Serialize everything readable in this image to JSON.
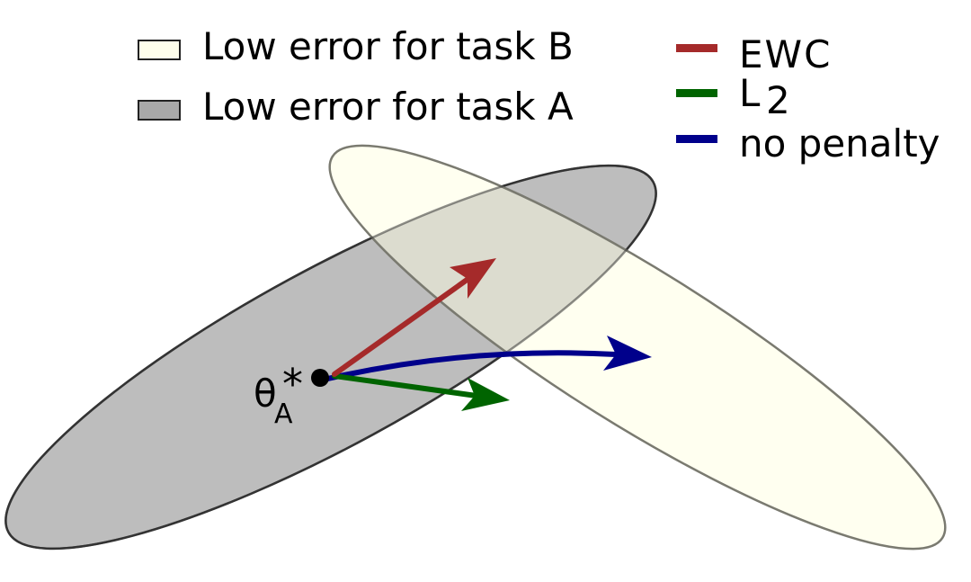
{
  "legend_regions": [
    {
      "label": "Low error for task B",
      "fill": "#fefeeb",
      "stroke": "#222222"
    },
    {
      "label": "Low error for task A",
      "fill": "#a9a9a9",
      "stroke": "#222222"
    }
  ],
  "legend_methods": [
    {
      "label_main": "EWC",
      "label_sub": "",
      "color": "#a52a2a"
    },
    {
      "label_main": "L",
      "label_sub": "2",
      "color": "#006400"
    },
    {
      "label_main": "no penalty",
      "label_sub": "",
      "color": "#00008b"
    }
  ],
  "point_label": {
    "symbol": "θ",
    "subscript": "A",
    "superscript": "*"
  },
  "colors": {
    "task_a_fill": "#bdbdbd",
    "task_a_stroke": "#333333",
    "task_b_fill": "#fffff0",
    "task_b_stroke": "#7a7a70",
    "overlap_fill": "#dcdccf",
    "ewc": "#a52a2a",
    "l2": "#006400",
    "no_penalty": "#00008b"
  }
}
